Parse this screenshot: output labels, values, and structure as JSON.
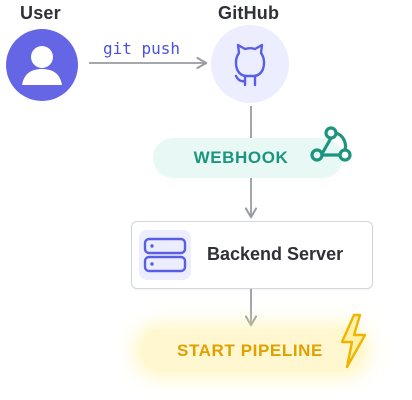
{
  "nodes": {
    "user": {
      "label": "User",
      "icon": "user-avatar-icon"
    },
    "github": {
      "label": "GitHub",
      "icon": "github-octocat-icon"
    },
    "webhook": {
      "label": "WEBHOOK",
      "icon": "webhook-icon"
    },
    "server": {
      "label": "Backend Server",
      "icon": "server-stack-icon"
    },
    "pipeline": {
      "label": "START PIPELINE",
      "icon": "lightning-bolt-icon"
    }
  },
  "edges": {
    "user_to_github": {
      "label": "git push"
    }
  },
  "colors": {
    "accent": "#6466e6",
    "webhook": "#1c957f",
    "pipeline": "#e0a100",
    "arrow": "#9a9ba2"
  }
}
